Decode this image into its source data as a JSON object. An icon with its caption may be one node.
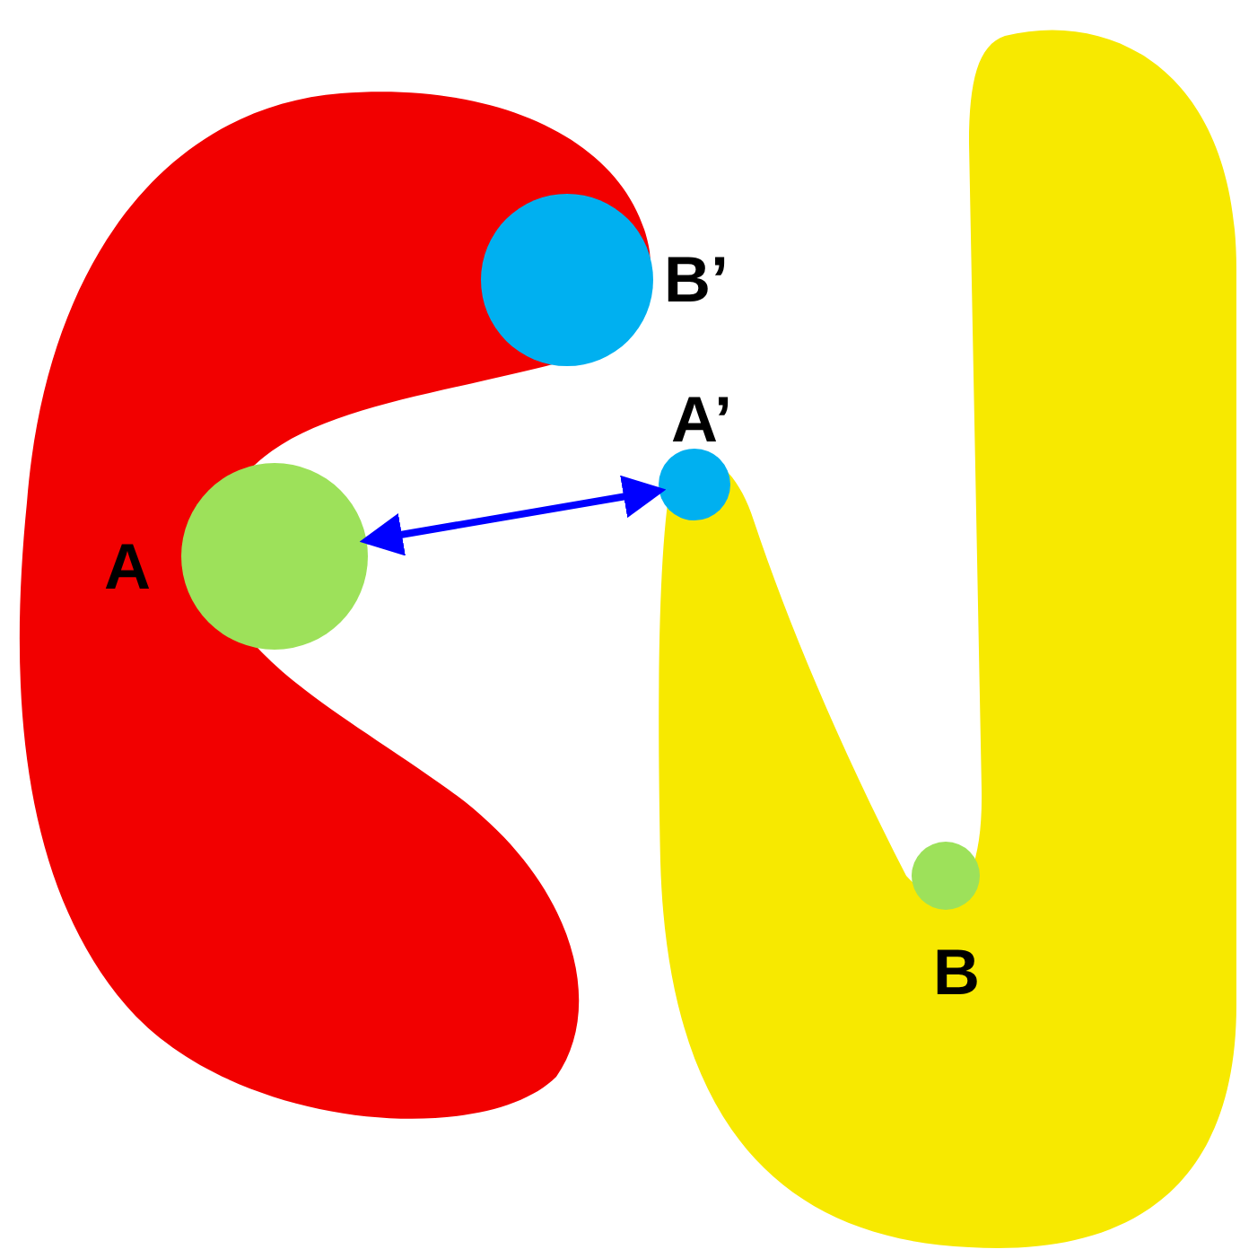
{
  "diagram": {
    "nodes": [
      {
        "text": [],
        "shape": "blob"
      },
      {
        "text": [],
        "shape": "blob"
      },
      {
        "text": [],
        "shape": "circle",
        "beside": [
          "B’"
        ],
        "in": 0
      },
      {
        "text": [],
        "shape": "circle",
        "beside": [
          "A’"
        ],
        "in": 1
      },
      {
        "text": [],
        "shape": "circle",
        "beside": [
          "A"
        ],
        "in": 0
      },
      {
        "text": [],
        "shape": "circle",
        "beside": [
          "B"
        ],
        "in": 1
      }
    ],
    "edges": [
      {
        "from": 4,
        "to": 3,
        "arrow": "both",
        "color": "#0000ff"
      }
    ]
  }
}
